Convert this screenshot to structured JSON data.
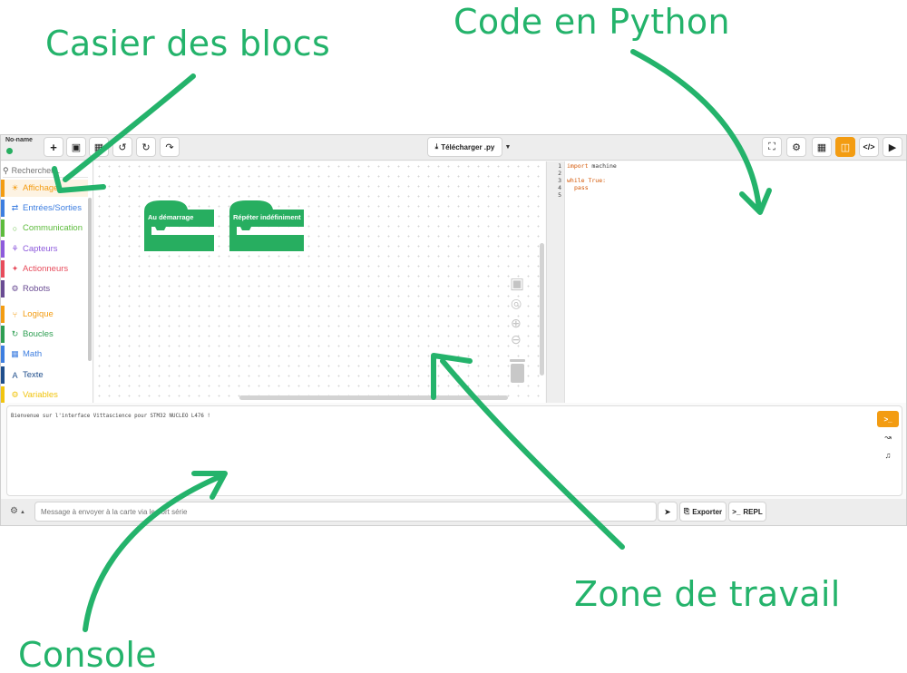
{
  "annotations": {
    "casier": "Casier des blocs",
    "code": "Code en Python",
    "zone": "Zone de travail",
    "console": "Console"
  },
  "colors": {
    "annotation": "#24b36b",
    "accent": "#f39c12",
    "block": "#27ae60"
  },
  "project": {
    "name": "No-name",
    "status_color": "#27ae60"
  },
  "toolbar": {
    "left_icons": [
      "plus-icon",
      "save-icon",
      "folder-icon",
      "undo-icon",
      "refresh-icon",
      "redo-icon"
    ],
    "download_label": "Télécharger .py",
    "right_icons": [
      "fullscreen-icon",
      "gear-icon",
      "blocks-view-icon",
      "split-view-icon",
      "code-view-icon",
      "play-icon"
    ]
  },
  "sidebar": {
    "search_placeholder": "Rechercher...",
    "categories": [
      {
        "label": "Affichage",
        "color": "#f39c12",
        "icon": "lightbulb-icon"
      },
      {
        "label": "Entrées/Sorties",
        "color": "#3d7ee0",
        "icon": "arrows-icon"
      },
      {
        "label": "Communication",
        "color": "#5dbb3c",
        "icon": "chat-icon"
      },
      {
        "label": "Capteurs",
        "color": "#8e5bdc",
        "icon": "sensor-icon"
      },
      {
        "label": "Actionneurs",
        "color": "#e74c5c",
        "icon": "actuator-icon"
      },
      {
        "label": "Robots",
        "color": "#6a4c93",
        "icon": "robot-icon"
      },
      {
        "label": "Logique",
        "color": "#f39c12",
        "icon": "logic-icon"
      },
      {
        "label": "Boucles",
        "color": "#2e9e52",
        "icon": "loop-icon"
      },
      {
        "label": "Math",
        "color": "#3d7ee0",
        "icon": "calculator-icon"
      },
      {
        "label": "Texte",
        "color": "#1f4e8c",
        "icon": "text-icon"
      },
      {
        "label": "Variables",
        "color": "#f1c40f",
        "icon": "variable-icon"
      }
    ]
  },
  "workspace": {
    "blocks": [
      {
        "label": "Au démarrage"
      },
      {
        "label": "Répéter indéfiniment"
      }
    ]
  },
  "editor": {
    "line_numbers": [
      "1",
      "2",
      "3",
      "4",
      "5"
    ],
    "lines": [
      {
        "kw": "import",
        "rest": " machine"
      },
      {
        "kw": "",
        "rest": ""
      },
      {
        "kw": "while True:",
        "rest": ""
      },
      {
        "kw": "pass",
        "rest": ""
      },
      {
        "kw": "",
        "rest": ""
      }
    ]
  },
  "console": {
    "welcome": "Bienvenue sur l'interface Vittascience pour STM32 NUCLEO L476 !",
    "side_icons": [
      "terminal-icon",
      "chart-icon",
      "music-icon"
    ]
  },
  "bottombar": {
    "message_placeholder": "Message à envoyer à la carte via le port série",
    "export_label": "Exporter",
    "repl_label": "REPL"
  }
}
